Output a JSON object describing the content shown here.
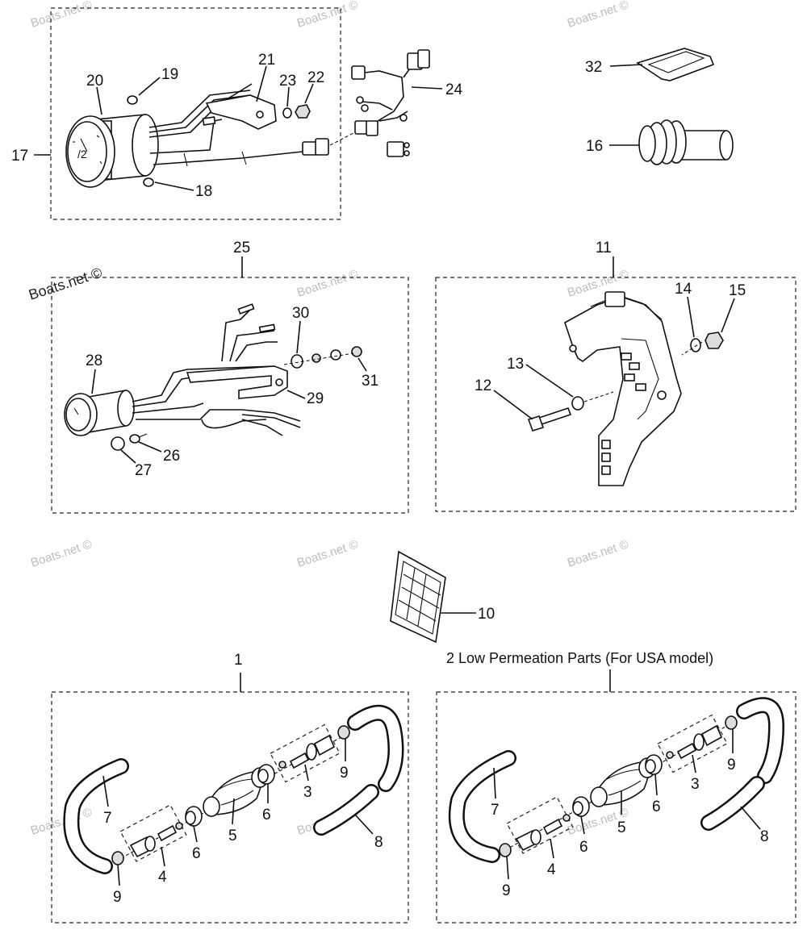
{
  "watermark": "Boats.net ©",
  "caption": "2 Low Permeation Parts (For USA model)",
  "labels": {
    "p1": "1",
    "p3": "3",
    "p4": "4",
    "p5": "5",
    "p6": "6",
    "p7": "7",
    "p8": "8",
    "p9": "9",
    "p10": "10",
    "p11": "11",
    "p12": "12",
    "p13": "13",
    "p14": "14",
    "p15": "15",
    "p16": "16",
    "p17": "17",
    "p18": "18",
    "p19": "19",
    "p20": "20",
    "p21": "21",
    "p22": "22",
    "p23": "23",
    "p24": "24",
    "p25": "25",
    "p26": "26",
    "p27": "27",
    "p28": "28",
    "p29": "29",
    "p30": "30",
    "p31": "31",
    "p32": "32"
  }
}
